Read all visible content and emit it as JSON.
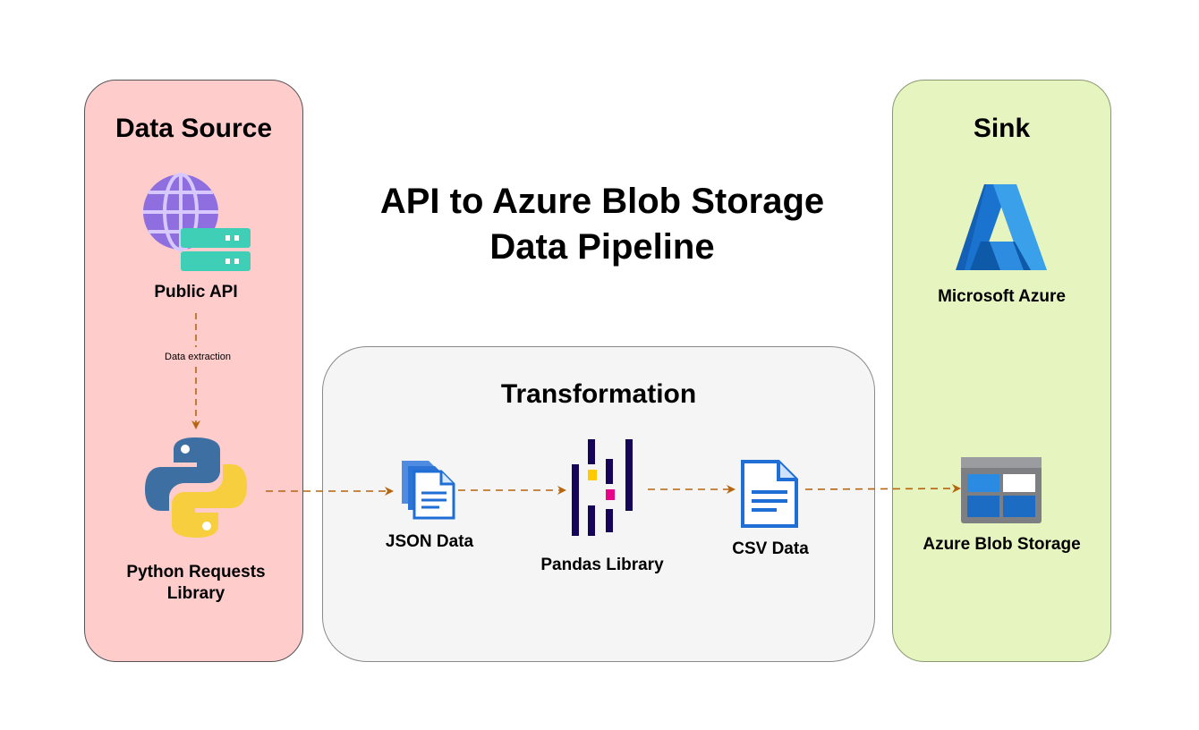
{
  "diagram": {
    "title_line1": "API to Azure Blob Storage",
    "title_line2": "Data Pipeline",
    "panels": {
      "source": {
        "title": "Data Source"
      },
      "transformation": {
        "title": "Transformation"
      },
      "sink": {
        "title": "Sink"
      }
    },
    "nodes": {
      "public_api": "Public API",
      "python_requests_line1": "Python Requests",
      "python_requests_line2": "Library",
      "json_data": "JSON Data",
      "pandas_library": "Pandas Library",
      "csv_data": "CSV Data",
      "microsoft_azure": "Microsoft Azure",
      "azure_blob_storage": "Azure Blob Storage"
    },
    "edges": {
      "extraction_label": "Data extraction"
    },
    "icons": {
      "public_api": "globe-server-icon",
      "python": "python-logo-icon",
      "json": "document-stack-icon",
      "pandas": "pandas-logo-icon",
      "csv": "document-icon",
      "azure": "azure-logo-icon",
      "blob": "blob-storage-icon"
    },
    "colors": {
      "source_panel": "#ffcccc",
      "transform_panel": "#f5f5f5",
      "sink_panel": "#e6f5c0",
      "arrow": "#b5650f"
    }
  }
}
